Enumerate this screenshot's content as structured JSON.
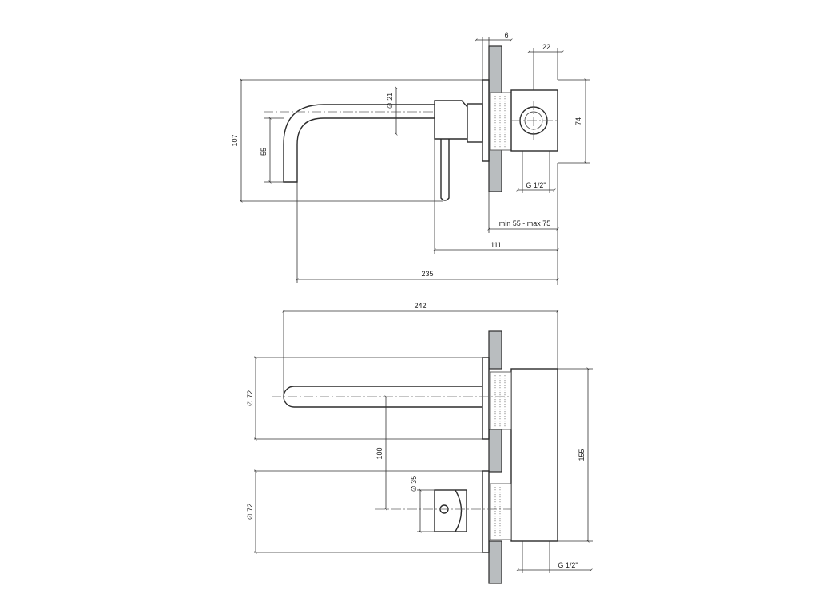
{
  "side_view": {
    "dims": {
      "plate_thickness": "6",
      "box_depth": "22",
      "pipe_diameter": "∅ 21",
      "total_height": "107",
      "spout_drop": "55",
      "box_height": "74",
      "thread": "G 1/2\"",
      "wall_range": "min 55 - max 75",
      "handle_projection": "111",
      "spout_projection": "235"
    }
  },
  "front_view": {
    "dims": {
      "overall_width": "242",
      "rosette_upper": "∅ 72",
      "axis_spacing": "100",
      "handle_diameter": "∅ 35",
      "rosette_lower": "∅ 72",
      "box_height": "155",
      "thread": "G 1/2\""
    }
  }
}
